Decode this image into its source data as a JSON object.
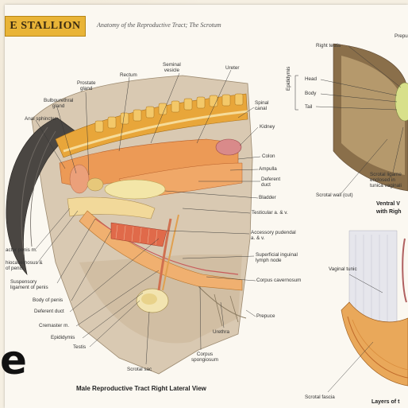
{
  "header": {
    "title_fragment": "E STALLION",
    "subtitle": "Anatomy of the Reproductive Tract; The Scrotum"
  },
  "main_view": {
    "caption": "Male Reproductive Tract Right Lateral View",
    "labels": {
      "seminal_vesicle": "Seminal\nvesicle",
      "ureter": "Ureter",
      "rectum": "Rectum",
      "prostate_gland": "Prostate\ngland",
      "bulbourethral_gland": "Bulbourethral\ngland",
      "anal_sphincter": "Anal sphincter",
      "spinal_canal": "Spinal\ncanal",
      "kidney": "Kidney",
      "colon": "Colon",
      "ampulla": "Ampulla",
      "deferent_duct_top": "Deferent\nduct",
      "bladder": "Bladder",
      "testicular_av": "Testicular a. & v.",
      "accessory_pudendal": "Accessory pudendal\na. & v.",
      "superficial_inguinal": "Superficial inguinal\nlymph node",
      "corpus_cavernosum": "Corpus cavernosum",
      "prepuce": "Prepuce",
      "urethra": "Urethra",
      "corpus_spongiosum": "Corpus\nspongiosum",
      "scrotal_sac": "Scrotal sac",
      "testis": "Testis",
      "epididymis": "Epididymis",
      "cremaster": "Cremaster m.",
      "deferent_duct": "Deferent duct",
      "body_of_penis": "Body of penis",
      "suspensory": "Suspensory\nligament of penis",
      "ischiocavernosus": "hiocavernosus &\nof penis",
      "retractor_penis": "actor penis m."
    }
  },
  "ventral_view": {
    "labels": {
      "right_testis": "Right testis",
      "epididymis": "Epididymis",
      "head": "Head",
      "body": "Body",
      "tail": "Tail",
      "scrotal_wall": "Scrotal wall (cut)",
      "scrotal_ligament": "Scrotal ligame\nenclosed in\ntunica vaginali",
      "prep_fragment": "Prepu"
    },
    "caption": "Ventral V\nwith Righ"
  },
  "layers_view": {
    "labels": {
      "vaginal_tunic": "Vaginal tunic",
      "scrotal_fascia": "Scrotal fascia"
    },
    "caption": "Layers of t"
  },
  "overlay_letter": "e"
}
